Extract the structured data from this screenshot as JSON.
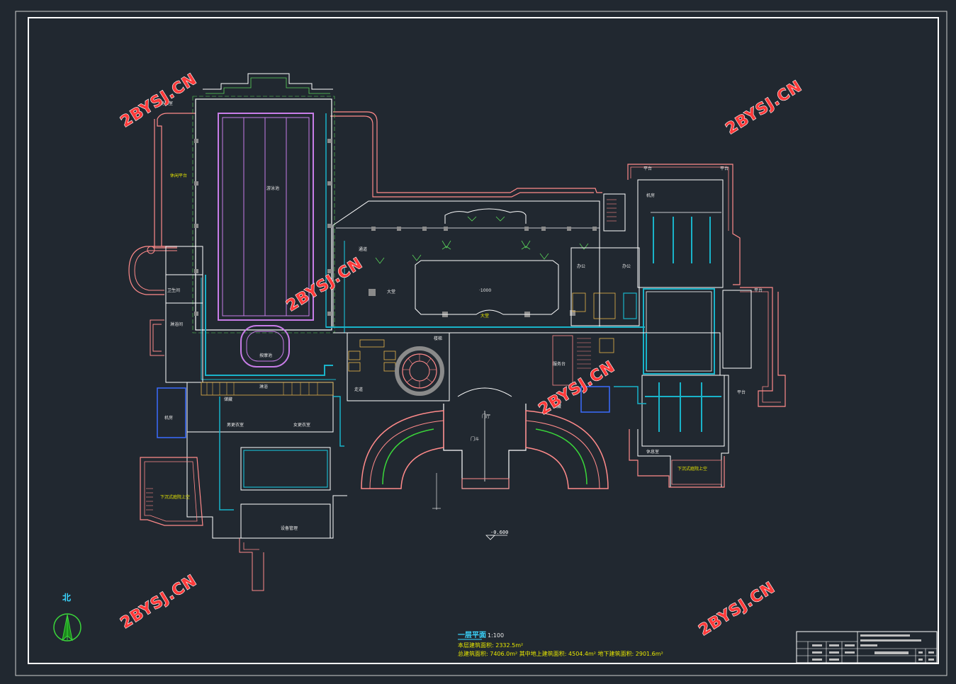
{
  "watermarks": [
    "2BYSJ.CN",
    "2BYSJ.CN",
    "2BYSJ.CN",
    "2BYSJ.CN",
    "2BYSJ.CN",
    "2BYSJ.CN"
  ],
  "north_label": "北",
  "elevation_mark": "-0.600",
  "legend": {
    "title": "一层平面",
    "scale": "1:100",
    "line1": "本层建筑面积: 2332.5m²",
    "line2": "总建筑面积: 7406.0m²  其中地上建筑面积: 4504.4m²  地下建筑面积: 2901.6m²"
  },
  "room_labels": {
    "pool": "游泳池",
    "hall": "大堂",
    "jacuzzi": "按摩池",
    "garage_ramp_left": "下沉式庭院上空",
    "garage_ramp_right": "下沉式庭院上空"
  },
  "colors": {
    "background": "#212830",
    "wall_outer": "#ff8a8a",
    "wall_inner": "#e0e0e0",
    "duct": "#19b3c9",
    "pool": "#c87de8",
    "annotation": "#e8e800",
    "planting": "#5ad45a",
    "frame": "#ffffff"
  }
}
